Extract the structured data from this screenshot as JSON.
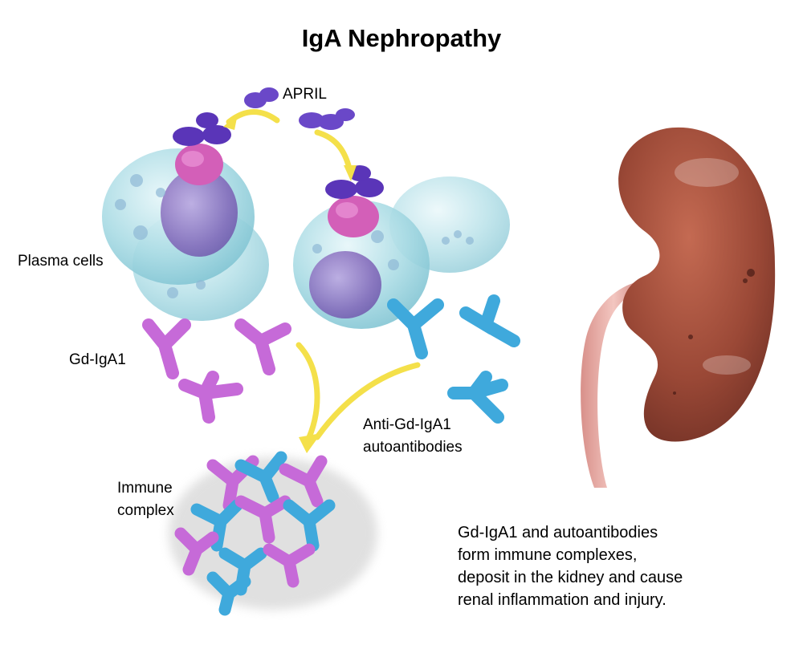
{
  "title": "IgA Nephropathy",
  "labels": {
    "april": "APRIL",
    "plasma_cells": "Plasma cells",
    "gd_iga1": "Gd-IgA1",
    "anti_gd_iga1_line1": "Anti-Gd-IgA1",
    "anti_gd_iga1_line2": "autoantibodies",
    "immune_complex_line1": "Immune",
    "immune_complex_line2": "complex"
  },
  "caption": {
    "line1": "Gd-IgA1 and autoantibodies",
    "line2": "form immune complexes,",
    "line3": "deposit in the kidney and cause",
    "line4": "renal inflammation and injury."
  },
  "colors": {
    "gd_iga1": "#c66ad8",
    "autoantibody": "#3fa9dc",
    "april": "#5a35b8",
    "receptor": "#d35fb8",
    "plasma_cell": "#9fd6e0",
    "nucleus": "#8a6fc0",
    "kidney": "#a4523c",
    "ureter": "#e5a8a0",
    "arrow": "#f4e04a"
  }
}
